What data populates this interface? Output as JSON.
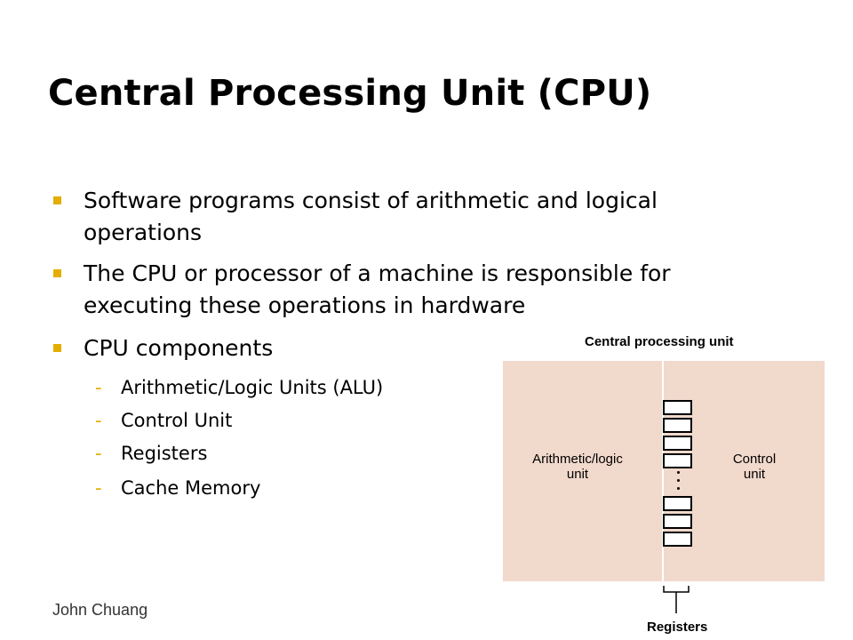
{
  "slide": {
    "title": "Central Processing Unit (CPU)",
    "bullets": [
      "Software programs consist of arithmetic and logical operations",
      "The CPU or processor of a machine is responsible for executing these operations in hardware",
      "CPU components"
    ],
    "sub_bullets": [
      "Arithmetic/Logic Units (ALU)",
      "Control Unit",
      "Registers",
      "Cache Memory"
    ],
    "sub_marker": "-",
    "footer": "John Chuang",
    "accent_color": "#e5ad00"
  },
  "diagram": {
    "title": "Central processing unit",
    "alu_label_line1": "Arithmetic/logic",
    "alu_label_line2": "unit",
    "cu_label_line1": "Control",
    "cu_label_line2": "unit",
    "registers_label": "Registers",
    "fill_color": "#f1d9cc"
  }
}
